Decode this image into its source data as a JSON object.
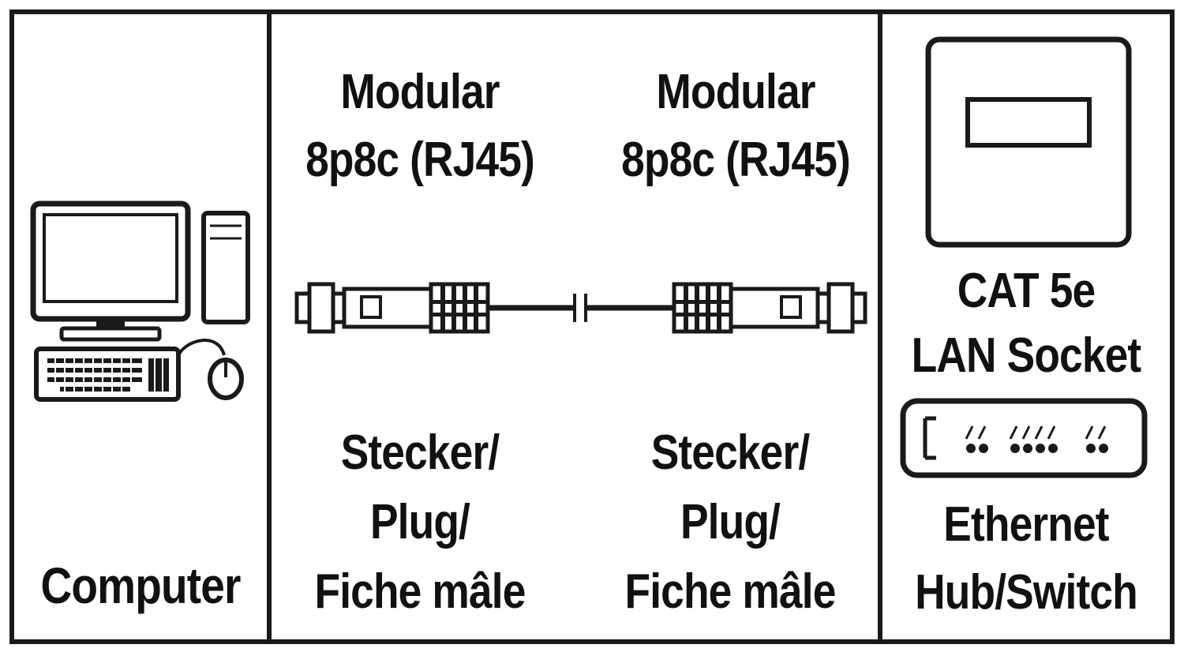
{
  "panels": {
    "computer": {
      "label": "Computer",
      "icon": "computer-icon"
    },
    "cable": {
      "left_connector": {
        "type_line1": "Modular",
        "type_line2": "8p8c (RJ45)",
        "gender_line1": "Stecker/",
        "gender_line2": "Plug/",
        "gender_line3": "Fiche mâle"
      },
      "right_connector": {
        "type_line1": "Modular",
        "type_line2": "8p8c (RJ45)",
        "gender_line1": "Stecker/",
        "gender_line2": "Plug/",
        "gender_line3": "Fiche mâle"
      },
      "icon": "rj45-cable-icon"
    },
    "network": {
      "socket_line1": "CAT 5e",
      "socket_line2": "LAN Socket",
      "switch_line1": "Ethernet",
      "switch_line2": "Hub/Switch",
      "socket_icon": "lan-socket-icon",
      "switch_icon": "ethernet-switch-icon"
    }
  },
  "colors": {
    "line": "#1a1a1a",
    "background": "#ffffff"
  }
}
